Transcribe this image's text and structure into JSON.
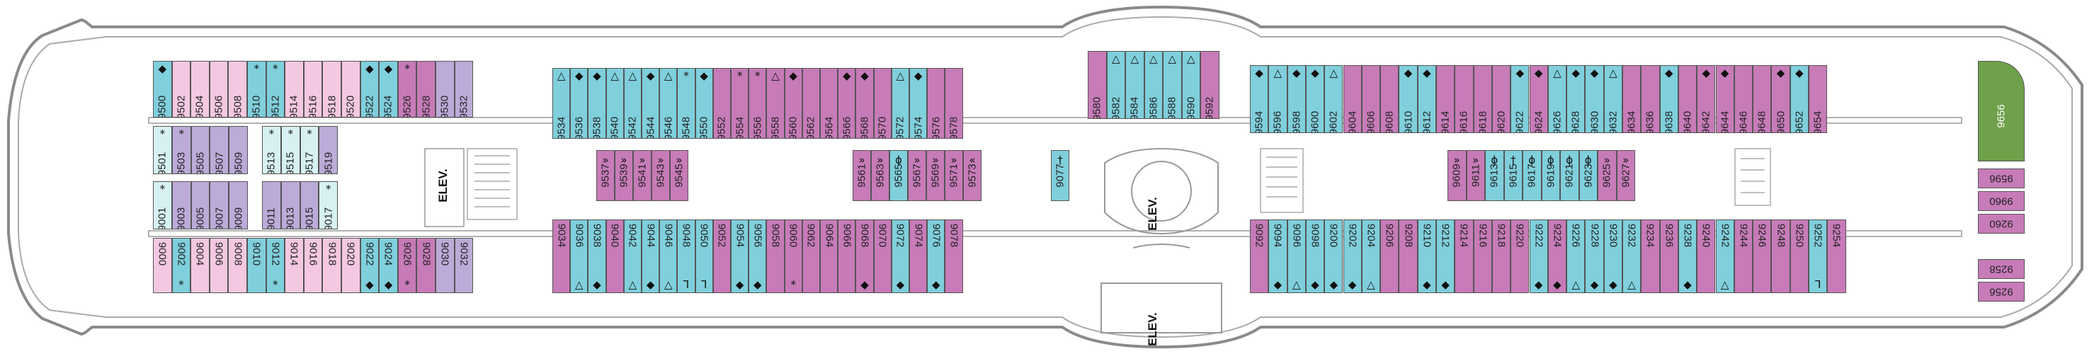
{
  "colors": {
    "teal": "#7fcfdc",
    "pink": "#f4c8e2",
    "magenta": "#c77bb8",
    "lavender": "#bcaad8",
    "paleteal": "#d7f1f3",
    "green": "#6fa04a",
    "deck": "#ffffff",
    "hull": "#8a8a8a"
  },
  "symbols": {
    "diamond": "◆",
    "star": "*",
    "triangle": "△",
    "dagger": "†",
    "double_chevron_up": "»",
    "double_chevron_down": "«",
    "fork": "⅂",
    "key": "ɸ"
  },
  "labels": {
    "elev_left": "ELEV.",
    "elev_center": "ELEV.",
    "elev_bottom": "ELEV."
  },
  "cabins": {
    "top_row_left": [
      {
        "n": "9500",
        "c": "teal",
        "s": "◆"
      },
      {
        "n": "9502",
        "c": "pink",
        "s": ""
      },
      {
        "n": "9504",
        "c": "pink",
        "s": ""
      },
      {
        "n": "9506",
        "c": "pink",
        "s": ""
      },
      {
        "n": "9508",
        "c": "pink",
        "s": ""
      },
      {
        "n": "9510",
        "c": "teal",
        "s": "*"
      },
      {
        "n": "9512",
        "c": "teal",
        "s": "*"
      },
      {
        "n": "9514",
        "c": "pink",
        "s": ""
      },
      {
        "n": "9516",
        "c": "pink",
        "s": ""
      },
      {
        "n": "9518",
        "c": "pink",
        "s": ""
      },
      {
        "n": "9520",
        "c": "pink",
        "s": ""
      },
      {
        "n": "9522",
        "c": "teal",
        "s": "◆"
      },
      {
        "n": "9524",
        "c": "teal",
        "s": "◆"
      },
      {
        "n": "9526",
        "c": "magenta",
        "s": "*"
      },
      {
        "n": "9528",
        "c": "magenta",
        "s": ""
      },
      {
        "n": "9530",
        "c": "lavender",
        "s": ""
      },
      {
        "n": "9532",
        "c": "lavender",
        "s": ""
      }
    ],
    "top_row_mid": [
      {
        "n": "9534",
        "c": "teal",
        "s": "△"
      },
      {
        "n": "9536",
        "c": "teal",
        "s": "◆"
      },
      {
        "n": "9538",
        "c": "teal",
        "s": "◆"
      },
      {
        "n": "9540",
        "c": "teal",
        "s": "△"
      },
      {
        "n": "9542",
        "c": "teal",
        "s": "△"
      },
      {
        "n": "9544",
        "c": "teal",
        "s": "◆"
      },
      {
        "n": "9546",
        "c": "teal",
        "s": "△"
      },
      {
        "n": "9548",
        "c": "teal",
        "s": "*"
      },
      {
        "n": "9550",
        "c": "teal",
        "s": "◆"
      },
      {
        "n": "9552",
        "c": "magenta",
        "s": ""
      },
      {
        "n": "9554",
        "c": "magenta",
        "s": "*"
      },
      {
        "n": "9556",
        "c": "magenta",
        "s": "*"
      },
      {
        "n": "9558",
        "c": "magenta",
        "s": "△"
      },
      {
        "n": "9560",
        "c": "magenta",
        "s": "◆"
      },
      {
        "n": "9562",
        "c": "magenta",
        "s": ""
      },
      {
        "n": "9564",
        "c": "magenta",
        "s": ""
      },
      {
        "n": "9566",
        "c": "magenta",
        "s": "◆"
      },
      {
        "n": "9568",
        "c": "magenta",
        "s": "◆"
      },
      {
        "n": "9570",
        "c": "magenta",
        "s": ""
      },
      {
        "n": "9572",
        "c": "teal",
        "s": "△"
      },
      {
        "n": "9574",
        "c": "teal",
        "s": "◆"
      },
      {
        "n": "9576",
        "c": "magenta",
        "s": ""
      },
      {
        "n": "9578",
        "c": "magenta",
        "s": ""
      }
    ],
    "top_row_center": [
      {
        "n": "9580",
        "c": "magenta",
        "s": ""
      },
      {
        "n": "9582",
        "c": "teal",
        "s": "△"
      },
      {
        "n": "9584",
        "c": "teal",
        "s": "△"
      },
      {
        "n": "9586",
        "c": "teal",
        "s": "△"
      },
      {
        "n": "9588",
        "c": "teal",
        "s": "△"
      },
      {
        "n": "9590",
        "c": "teal",
        "s": "△"
      },
      {
        "n": "9592",
        "c": "magenta",
        "s": ""
      }
    ],
    "top_row_right": [
      {
        "n": "9594",
        "c": "teal",
        "s": "◆"
      },
      {
        "n": "9596",
        "c": "teal",
        "s": "△"
      },
      {
        "n": "9598",
        "c": "teal",
        "s": "◆"
      },
      {
        "n": "9600",
        "c": "teal",
        "s": "◆"
      },
      {
        "n": "9602",
        "c": "teal",
        "s": "△"
      },
      {
        "n": "9604",
        "c": "magenta",
        "s": ""
      },
      {
        "n": "9606",
        "c": "magenta",
        "s": ""
      },
      {
        "n": "9608",
        "c": "magenta",
        "s": ""
      },
      {
        "n": "9610",
        "c": "teal",
        "s": "◆"
      },
      {
        "n": "9612",
        "c": "teal",
        "s": "◆"
      },
      {
        "n": "9614",
        "c": "magenta",
        "s": ""
      },
      {
        "n": "9616",
        "c": "magenta",
        "s": ""
      },
      {
        "n": "9618",
        "c": "magenta",
        "s": ""
      },
      {
        "n": "9620",
        "c": "magenta",
        "s": ""
      },
      {
        "n": "9622",
        "c": "teal",
        "s": "◆"
      },
      {
        "n": "9624",
        "c": "magenta",
        "s": "◆"
      },
      {
        "n": "9626",
        "c": "teal",
        "s": "△"
      },
      {
        "n": "9628",
        "c": "teal",
        "s": "◆"
      },
      {
        "n": "9630",
        "c": "teal",
        "s": "◆"
      },
      {
        "n": "9632",
        "c": "teal",
        "s": "△"
      },
      {
        "n": "9634",
        "c": "magenta",
        "s": ""
      },
      {
        "n": "9636",
        "c": "magenta",
        "s": ""
      },
      {
        "n": "9638",
        "c": "teal",
        "s": "◆"
      },
      {
        "n": "9640",
        "c": "magenta",
        "s": ""
      },
      {
        "n": "9642",
        "c": "magenta",
        "s": "◆"
      },
      {
        "n": "9644",
        "c": "magenta",
        "s": "◆"
      },
      {
        "n": "9646",
        "c": "magenta",
        "s": ""
      },
      {
        "n": "9648",
        "c": "magenta",
        "s": ""
      },
      {
        "n": "9650",
        "c": "magenta",
        "s": "◆"
      },
      {
        "n": "9652",
        "c": "teal",
        "s": "◆"
      },
      {
        "n": "9654",
        "c": "magenta",
        "s": ""
      }
    ],
    "inner_top_left": [
      {
        "n": "9501",
        "c": "paleteal",
        "s": "*"
      },
      {
        "n": "9503",
        "c": "lavender",
        "s": "*"
      },
      {
        "n": "9505",
        "c": "lavender",
        "s": ""
      },
      {
        "n": "9507",
        "c": "lavender",
        "s": ""
      },
      {
        "n": "9509",
        "c": "lavender",
        "s": ""
      },
      {
        "n": "9513",
        "c": "paleteal",
        "s": "*"
      },
      {
        "n": "9515",
        "c": "paleteal",
        "s": "*"
      },
      {
        "n": "9517",
        "c": "paleteal",
        "s": "*"
      },
      {
        "n": "9519",
        "c": "lavender",
        "s": ""
      }
    ],
    "inner_bottom_left": [
      {
        "n": "9001",
        "c": "paleteal",
        "s": "*"
      },
      {
        "n": "9003",
        "c": "lavender",
        "s": ""
      },
      {
        "n": "9005",
        "c": "lavender",
        "s": ""
      },
      {
        "n": "9007",
        "c": "lavender",
        "s": ""
      },
      {
        "n": "9009",
        "c": "lavender",
        "s": ""
      },
      {
        "n": "9011",
        "c": "lavender",
        "s": ""
      },
      {
        "n": "9013",
        "c": "lavender",
        "s": ""
      },
      {
        "n": "9015",
        "c": "lavender",
        "s": ""
      },
      {
        "n": "9017",
        "c": "paleteal",
        "s": "*"
      }
    ],
    "inner_mid_a": [
      {
        "n": "9537",
        "c": "magenta",
        "s": "»"
      },
      {
        "n": "9539",
        "c": "magenta",
        "s": "»"
      },
      {
        "n": "9541",
        "c": "magenta",
        "s": "»"
      },
      {
        "n": "9543",
        "c": "magenta",
        "s": "»"
      },
      {
        "n": "9545",
        "c": "magenta",
        "s": "»"
      }
    ],
    "inner_mid_b": [
      {
        "n": "9561",
        "c": "magenta",
        "s": "»"
      },
      {
        "n": "9563",
        "c": "magenta",
        "s": "»"
      },
      {
        "n": "9565",
        "c": "teal",
        "s": "ɸ"
      },
      {
        "n": "9567",
        "c": "magenta",
        "s": "»"
      },
      {
        "n": "9569",
        "c": "magenta",
        "s": "»"
      },
      {
        "n": "9571",
        "c": "magenta",
        "s": "»"
      },
      {
        "n": "9573",
        "c": "magenta",
        "s": "«"
      }
    ],
    "inner_center": [
      {
        "n": "9077",
        "c": "teal",
        "s": "†"
      }
    ],
    "inner_right": [
      {
        "n": "9609",
        "c": "magenta",
        "s": "»"
      },
      {
        "n": "9611",
        "c": "magenta",
        "s": "»"
      },
      {
        "n": "9613",
        "c": "teal",
        "s": "ɸ"
      },
      {
        "n": "9615",
        "c": "teal",
        "s": "†"
      },
      {
        "n": "9617",
        "c": "teal",
        "s": "ɸ"
      },
      {
        "n": "9619",
        "c": "teal",
        "s": "ɸ"
      },
      {
        "n": "9621",
        "c": "teal",
        "s": "ɸ"
      },
      {
        "n": "9623",
        "c": "teal",
        "s": "ɸ"
      },
      {
        "n": "9625",
        "c": "magenta",
        "s": "»"
      },
      {
        "n": "9627",
        "c": "magenta",
        "s": "»"
      }
    ],
    "bottom_row_left": [
      {
        "n": "9000",
        "c": "pink",
        "s": ""
      },
      {
        "n": "9002",
        "c": "teal",
        "s": "*"
      },
      {
        "n": "9004",
        "c": "pink",
        "s": ""
      },
      {
        "n": "9006",
        "c": "pink",
        "s": ""
      },
      {
        "n": "9008",
        "c": "pink",
        "s": ""
      },
      {
        "n": "9010",
        "c": "teal",
        "s": ""
      },
      {
        "n": "9012",
        "c": "teal",
        "s": "*"
      },
      {
        "n": "9014",
        "c": "pink",
        "s": ""
      },
      {
        "n": "9016",
        "c": "pink",
        "s": ""
      },
      {
        "n": "9018",
        "c": "pink",
        "s": ""
      },
      {
        "n": "9020",
        "c": "pink",
        "s": ""
      },
      {
        "n": "9022",
        "c": "teal",
        "s": "◆"
      },
      {
        "n": "9024",
        "c": "teal",
        "s": "◆"
      },
      {
        "n": "9026",
        "c": "magenta",
        "s": "*"
      },
      {
        "n": "9028",
        "c": "magenta",
        "s": ""
      },
      {
        "n": "9030",
        "c": "lavender",
        "s": ""
      },
      {
        "n": "9032",
        "c": "lavender",
        "s": ""
      }
    ],
    "bottom_row_mid": [
      {
        "n": "9034",
        "c": "magenta",
        "s": ""
      },
      {
        "n": "9036",
        "c": "teal",
        "s": "△"
      },
      {
        "n": "9038",
        "c": "teal",
        "s": "◆"
      },
      {
        "n": "9040",
        "c": "magenta",
        "s": ""
      },
      {
        "n": "9042",
        "c": "teal",
        "s": "△"
      },
      {
        "n": "9044",
        "c": "teal",
        "s": "◆"
      },
      {
        "n": "9046",
        "c": "teal",
        "s": "△"
      },
      {
        "n": "9048",
        "c": "teal",
        "s": "⅂"
      },
      {
        "n": "9050",
        "c": "teal",
        "s": "⅂"
      },
      {
        "n": "9052",
        "c": "magenta",
        "s": ""
      },
      {
        "n": "9054",
        "c": "teal",
        "s": "◆"
      },
      {
        "n": "9056",
        "c": "teal",
        "s": "◆"
      },
      {
        "n": "9058",
        "c": "magenta",
        "s": ""
      },
      {
        "n": "9060",
        "c": "magenta",
        "s": "*"
      },
      {
        "n": "9062",
        "c": "magenta",
        "s": ""
      },
      {
        "n": "9064",
        "c": "magenta",
        "s": ""
      },
      {
        "n": "9066",
        "c": "magenta",
        "s": ""
      },
      {
        "n": "9068",
        "c": "magenta",
        "s": "◆"
      },
      {
        "n": "9070",
        "c": "magenta",
        "s": ""
      },
      {
        "n": "9072",
        "c": "teal",
        "s": "◆"
      },
      {
        "n": "9074",
        "c": "magenta",
        "s": ""
      },
      {
        "n": "9076",
        "c": "teal",
        "s": "◆"
      },
      {
        "n": "9078",
        "c": "magenta",
        "s": ""
      }
    ],
    "bottom_row_right": [
      {
        "n": "9092",
        "c": "magenta",
        "s": ""
      },
      {
        "n": "9094",
        "c": "teal",
        "s": "◆"
      },
      {
        "n": "9096",
        "c": "teal",
        "s": "△"
      },
      {
        "n": "9098",
        "c": "teal",
        "s": "◆"
      },
      {
        "n": "9200",
        "c": "teal",
        "s": "◆"
      },
      {
        "n": "9202",
        "c": "teal",
        "s": "◆"
      },
      {
        "n": "9204",
        "c": "teal",
        "s": "△"
      },
      {
        "n": "9206",
        "c": "magenta",
        "s": ""
      },
      {
        "n": "9208",
        "c": "magenta",
        "s": ""
      },
      {
        "n": "9210",
        "c": "teal",
        "s": "◆"
      },
      {
        "n": "9212",
        "c": "teal",
        "s": "◆"
      },
      {
        "n": "9214",
        "c": "magenta",
        "s": ""
      },
      {
        "n": "9216",
        "c": "magenta",
        "s": ""
      },
      {
        "n": "9218",
        "c": "magenta",
        "s": ""
      },
      {
        "n": "9220",
        "c": "magenta",
        "s": ""
      },
      {
        "n": "9222",
        "c": "teal",
        "s": "◆"
      },
      {
        "n": "9224",
        "c": "magenta",
        "s": "◆"
      },
      {
        "n": "9226",
        "c": "teal",
        "s": "△"
      },
      {
        "n": "9228",
        "c": "teal",
        "s": "◆"
      },
      {
        "n": "9230",
        "c": "teal",
        "s": "◆"
      },
      {
        "n": "9232",
        "c": "teal",
        "s": "△"
      },
      {
        "n": "9234",
        "c": "magenta",
        "s": ""
      },
      {
        "n": "9236",
        "c": "magenta",
        "s": ""
      },
      {
        "n": "9238",
        "c": "teal",
        "s": "◆"
      },
      {
        "n": "9240",
        "c": "magenta",
        "s": ""
      },
      {
        "n": "9242",
        "c": "teal",
        "s": "△"
      },
      {
        "n": "9244",
        "c": "magenta",
        "s": ""
      },
      {
        "n": "9246",
        "c": "magenta",
        "s": ""
      },
      {
        "n": "9248",
        "c": "magenta",
        "s": ""
      },
      {
        "n": "9250",
        "c": "magenta",
        "s": ""
      },
      {
        "n": "9252",
        "c": "teal",
        "s": "⅂"
      },
      {
        "n": "9254",
        "c": "magenta",
        "s": ""
      }
    ],
    "aft_stack": [
      {
        "n": "9596",
        "c": "magenta",
        "s": ""
      },
      {
        "n": "9960",
        "c": "magenta",
        "s": ""
      },
      {
        "n": "9260",
        "c": "magenta",
        "s": ""
      },
      {
        "n": "9258",
        "c": "magenta",
        "s": ""
      },
      {
        "n": "9256",
        "c": "magenta",
        "s": ""
      }
    ],
    "aft_suite": {
      "n": "9656",
      "c": "green",
      "s": ""
    }
  }
}
